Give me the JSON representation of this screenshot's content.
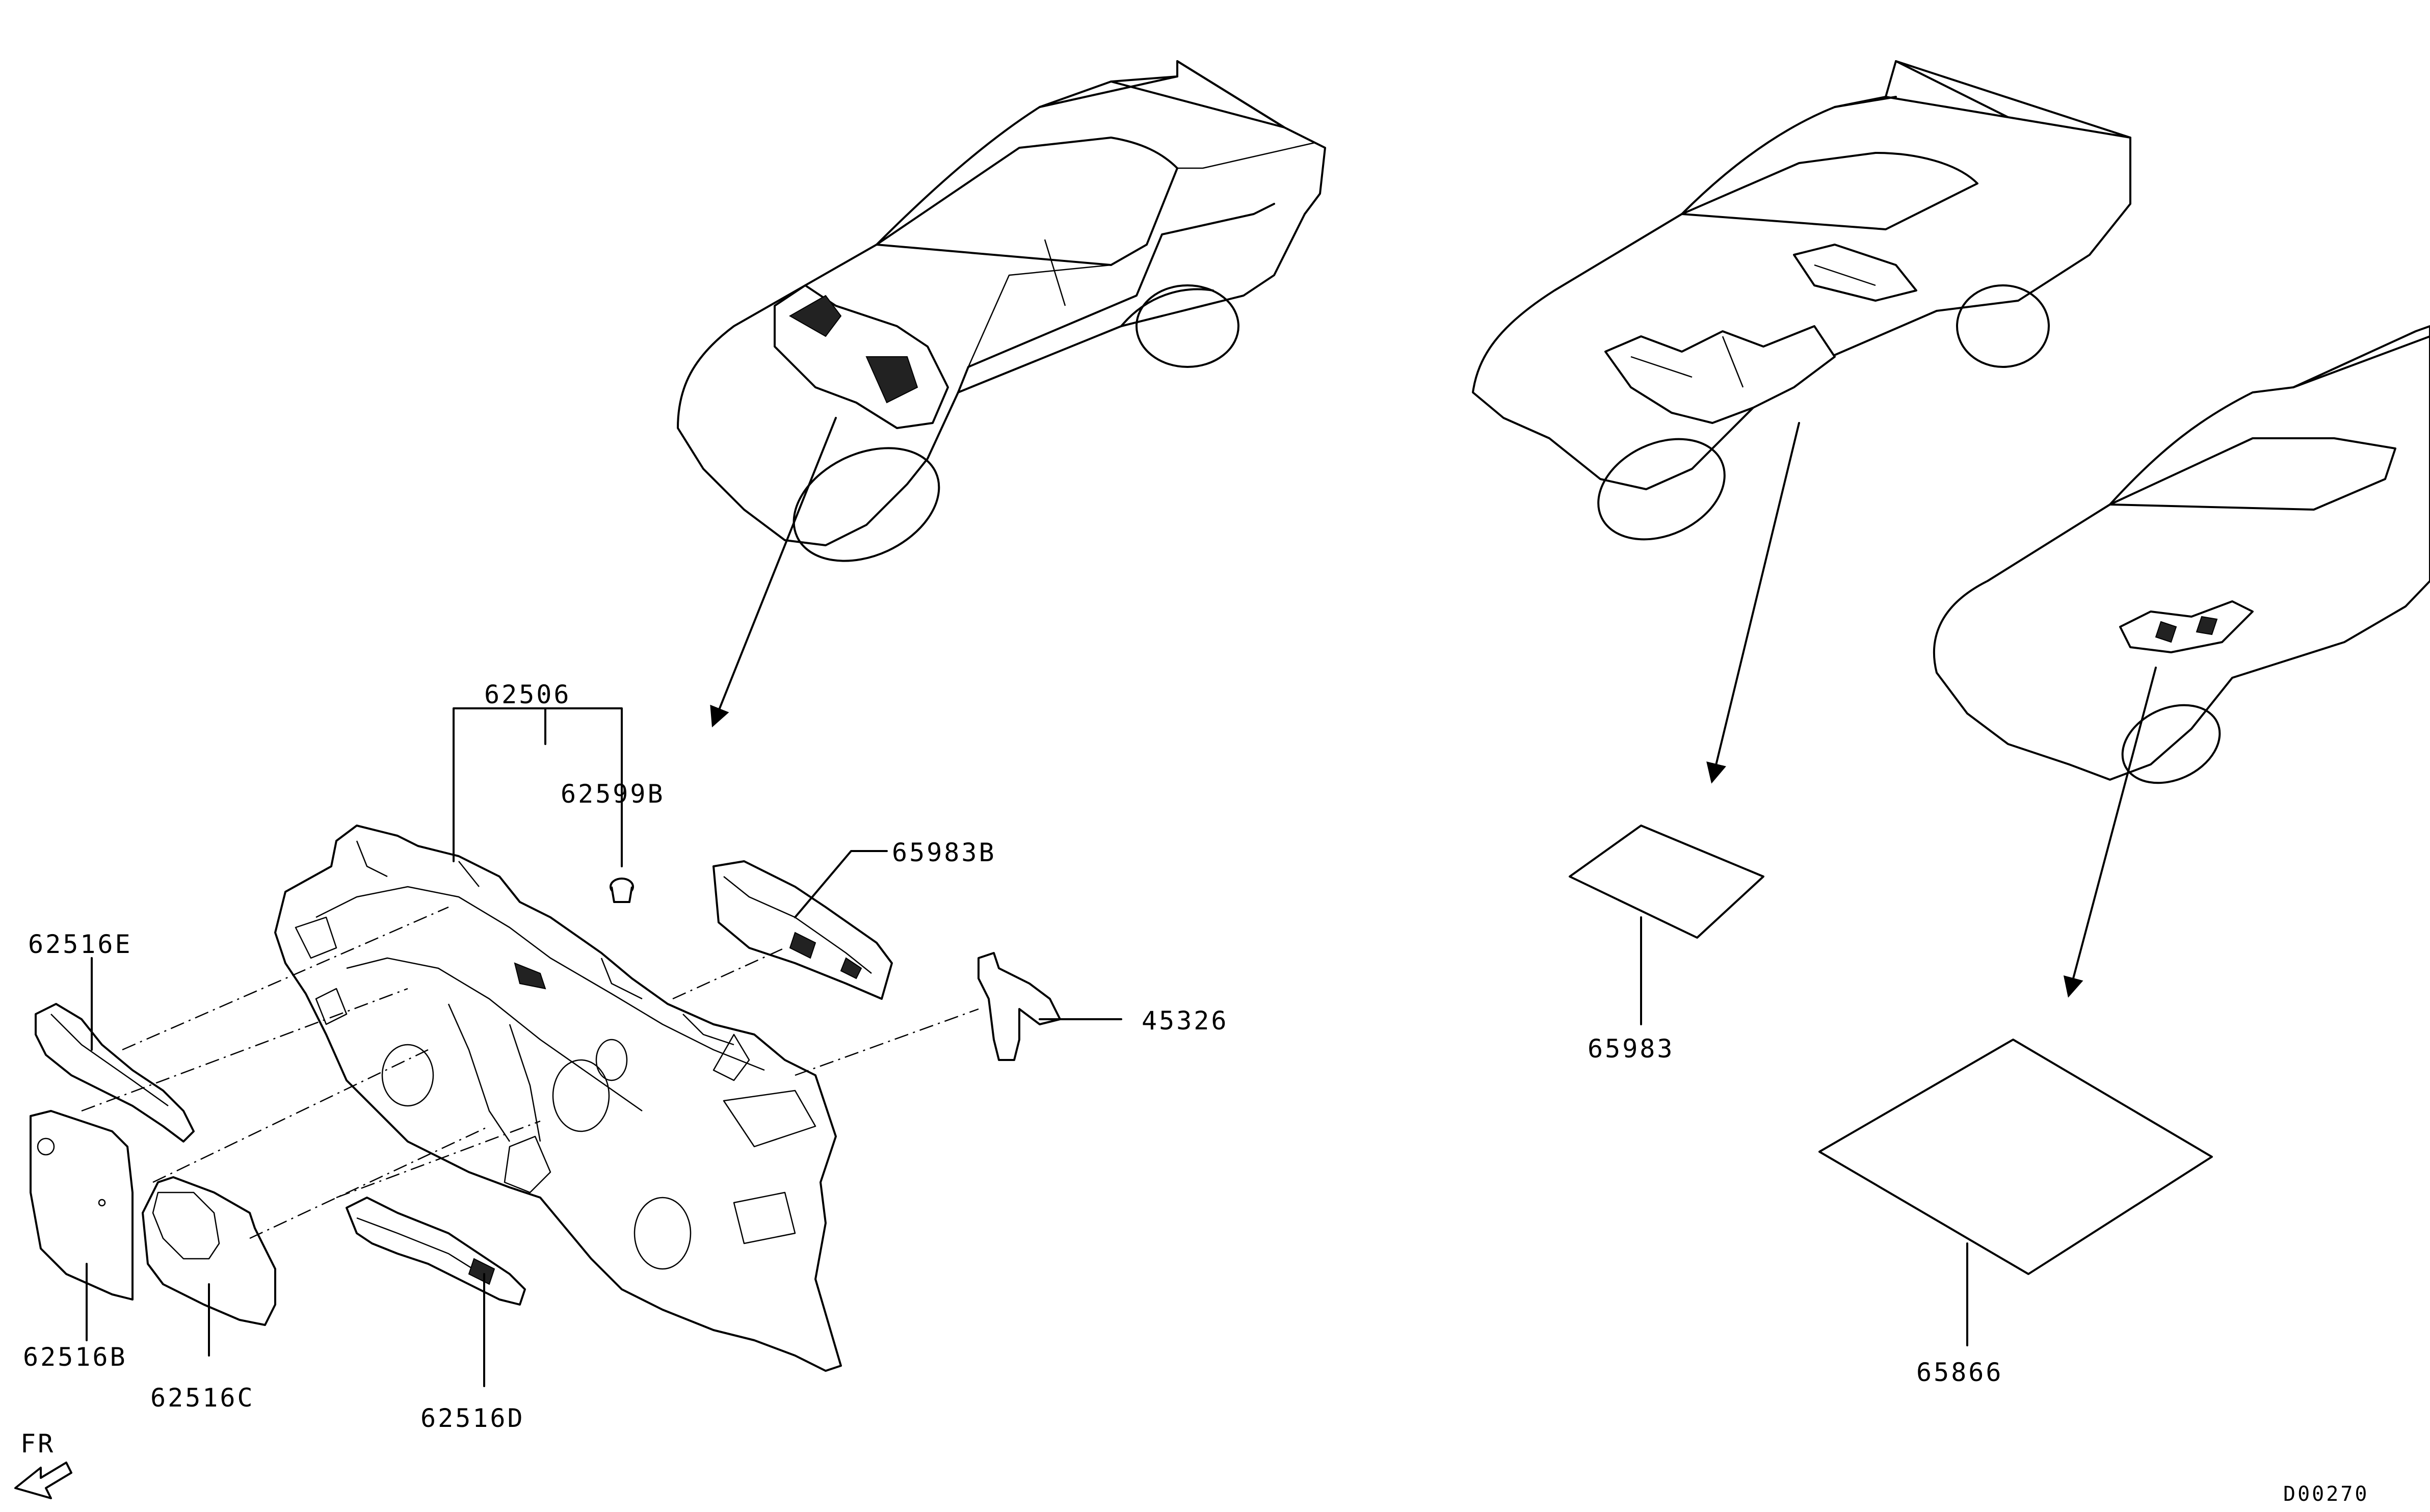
{
  "labels": {
    "p62506": "62506",
    "p62599B": "62599B",
    "p65983B": "65983B",
    "p62516E": "62516E",
    "p45326": "45326",
    "p62516B": "62516B",
    "p62516C": "62516C",
    "p62516D": "62516D",
    "p65983": "65983",
    "p65866": "65866",
    "front": "FR",
    "drawing_code": "D00270"
  },
  "icons": {
    "front_arrow": "front-direction-arrow-icon",
    "leader_arrow": "leader-arrow-icon"
  },
  "colors": {
    "line": "#000000",
    "background": "#ffffff"
  }
}
